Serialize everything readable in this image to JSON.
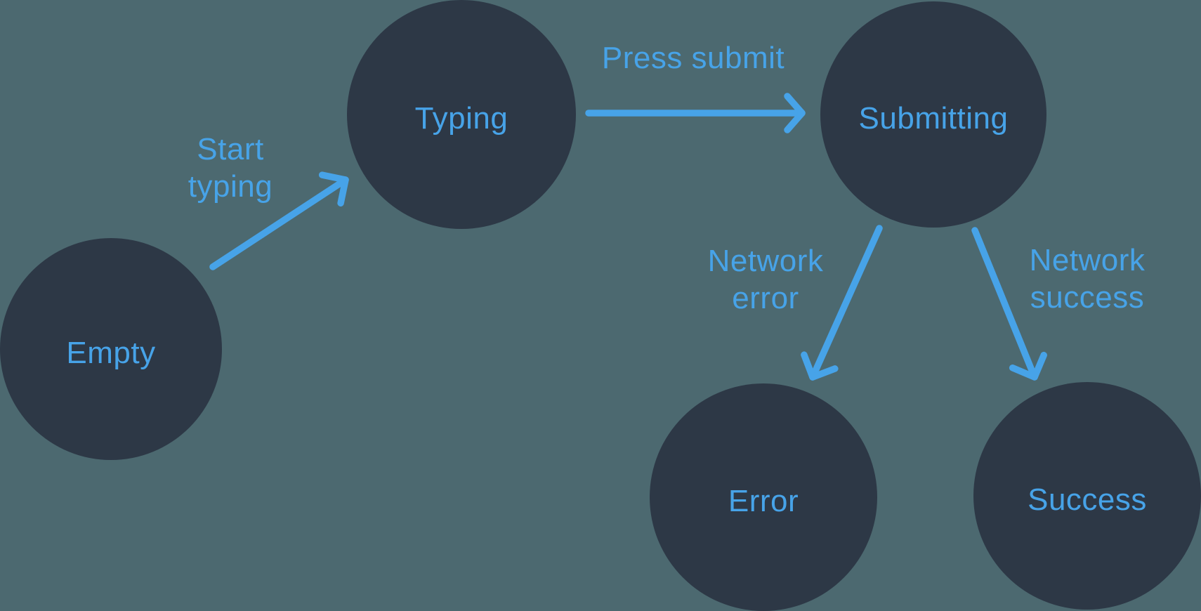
{
  "diagram": {
    "background_color": "#4C6970",
    "node_color": "#2D3846",
    "accent_color": "#47A3E8",
    "nodes": [
      {
        "id": "empty",
        "label": "Empty"
      },
      {
        "id": "typing",
        "label": "Typing"
      },
      {
        "id": "submitting",
        "label": "Submitting"
      },
      {
        "id": "error",
        "label": "Error"
      },
      {
        "id": "success",
        "label": "Success"
      }
    ],
    "edges": [
      {
        "from": "empty",
        "to": "typing",
        "label": "Start\ntyping"
      },
      {
        "from": "typing",
        "to": "submitting",
        "label": "Press submit"
      },
      {
        "from": "submitting",
        "to": "error",
        "label": "Network\nerror"
      },
      {
        "from": "submitting",
        "to": "success",
        "label": "Network\nsuccess"
      }
    ]
  }
}
